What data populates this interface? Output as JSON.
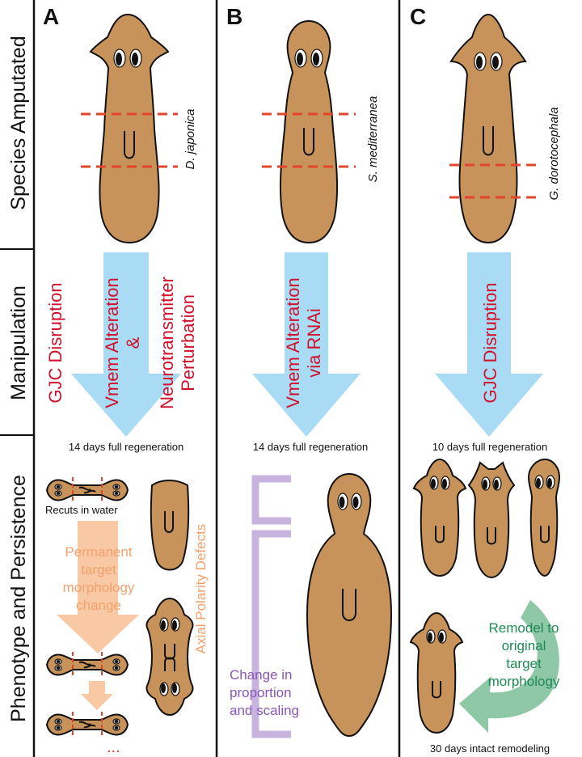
{
  "row_labels": {
    "species": "Species Amputated",
    "manipulation": "Manipulation",
    "phenotype": "Phenotype and Persistence"
  },
  "panels": {
    "a": {
      "letter": "A",
      "species": "D. japonica",
      "manip_left": "GJC Disruption",
      "manip_mid_1": "Vmem Alteration",
      "manip_mid_2": "&",
      "manip_right_1": "Neurotransmitter",
      "manip_right_2": "Perturbation",
      "regen": "14 days full regeneration",
      "recuts": "Recuts in water",
      "permanent": [
        "Permanent",
        "target",
        "morphology",
        "change"
      ],
      "axial": "Axial Polarity Defects",
      "ellipsis": "..."
    },
    "b": {
      "letter": "B",
      "species": "S. mediterranea",
      "manip_1": "Vmem Alteration",
      "manip_2": "via RNAi",
      "regen": "14 days full regeneration",
      "change": [
        "Change in",
        "proportion",
        "and scaling"
      ]
    },
    "c": {
      "letter": "C",
      "species": "G. dorotocephala",
      "manip": "GJC Disruption",
      "regen": "10 days full regeneration",
      "remodel": [
        "Remodel to",
        "original",
        "target",
        "morphology"
      ],
      "intact": "30 days intact remodeling"
    }
  },
  "colors": {
    "worm": "#c8935b",
    "cut_line": "#e2452a",
    "manip_text": "#d0112b",
    "blue_arrow": "#a9dcf4",
    "orange_arrow": "#f9c9a6",
    "purple_bracket": "#c8b3df",
    "green_arrow": "#8ec8a6"
  }
}
